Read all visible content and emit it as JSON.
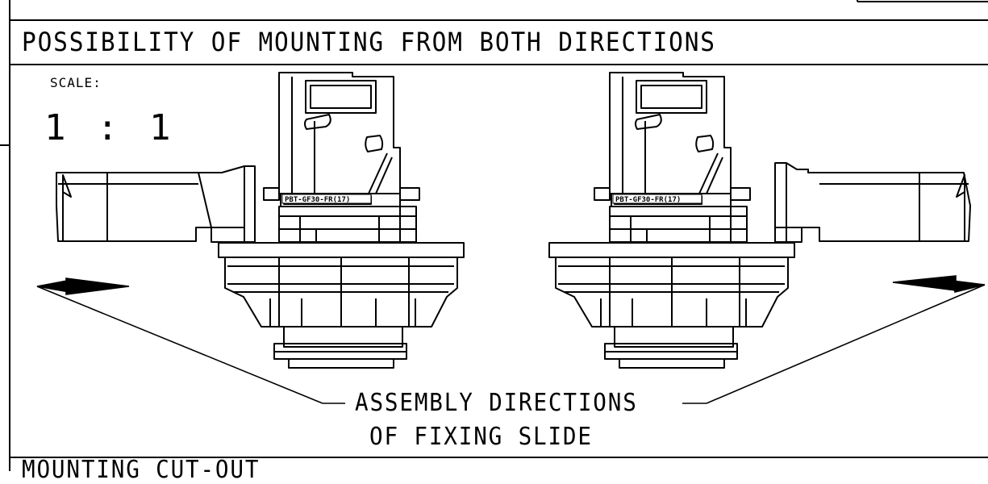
{
  "section": {
    "title": "POSSIBILITY OF MOUNTING FROM BOTH DIRECTIONS"
  },
  "scale": {
    "label": "SCALE:",
    "value": "1 : 1"
  },
  "parts": {
    "left_label": "PBT-GF30-FR(17)",
    "right_label": "PBT-GF30-FR(17)"
  },
  "annotation": {
    "line1": "ASSEMBLY DIRECTIONS",
    "line2": "OF FIXING SLIDE"
  },
  "next_section": {
    "title": "MOUNTING CUT-OUT"
  },
  "colors": {
    "line": "#000000",
    "background": "#ffffff"
  }
}
